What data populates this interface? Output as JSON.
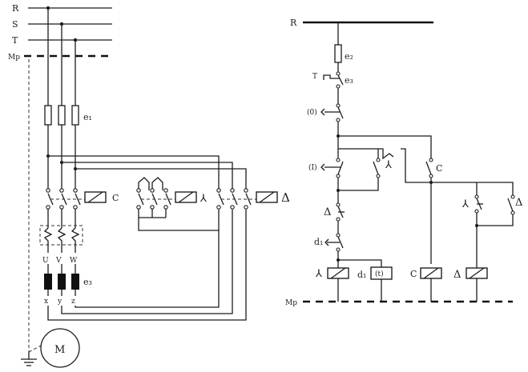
{
  "power_circuit": {
    "phase_r": "R",
    "phase_s": "S",
    "phase_t": "T",
    "neutral": "Mp",
    "fuses": "e₁",
    "main_contactor": "C",
    "star_contactor": "⅄",
    "delta_contactor": "Δ",
    "terminals": [
      "U",
      "V",
      "W"
    ],
    "terminals_end": [
      "x",
      "y",
      "z"
    ],
    "thermal_relay": "e₃",
    "motor": "M"
  },
  "control_circuit": {
    "phase": "R",
    "fuse": "e₂",
    "thermal_contact": "e₃",
    "thermal_t": "T",
    "stop_button": "(0)",
    "start_button": "(I)",
    "star_aux": "⅄",
    "c_aux": "C",
    "delta_interlock": "Δ",
    "timer_contact": "d₁",
    "star_aux_2": "⅄",
    "delta_aux_2": "Δ",
    "coil_star": "⅄",
    "coil_timer": "d₁",
    "timer_symbol": "(t)",
    "coil_c": "C",
    "coil_delta": "Δ",
    "neutral": "Mp"
  }
}
